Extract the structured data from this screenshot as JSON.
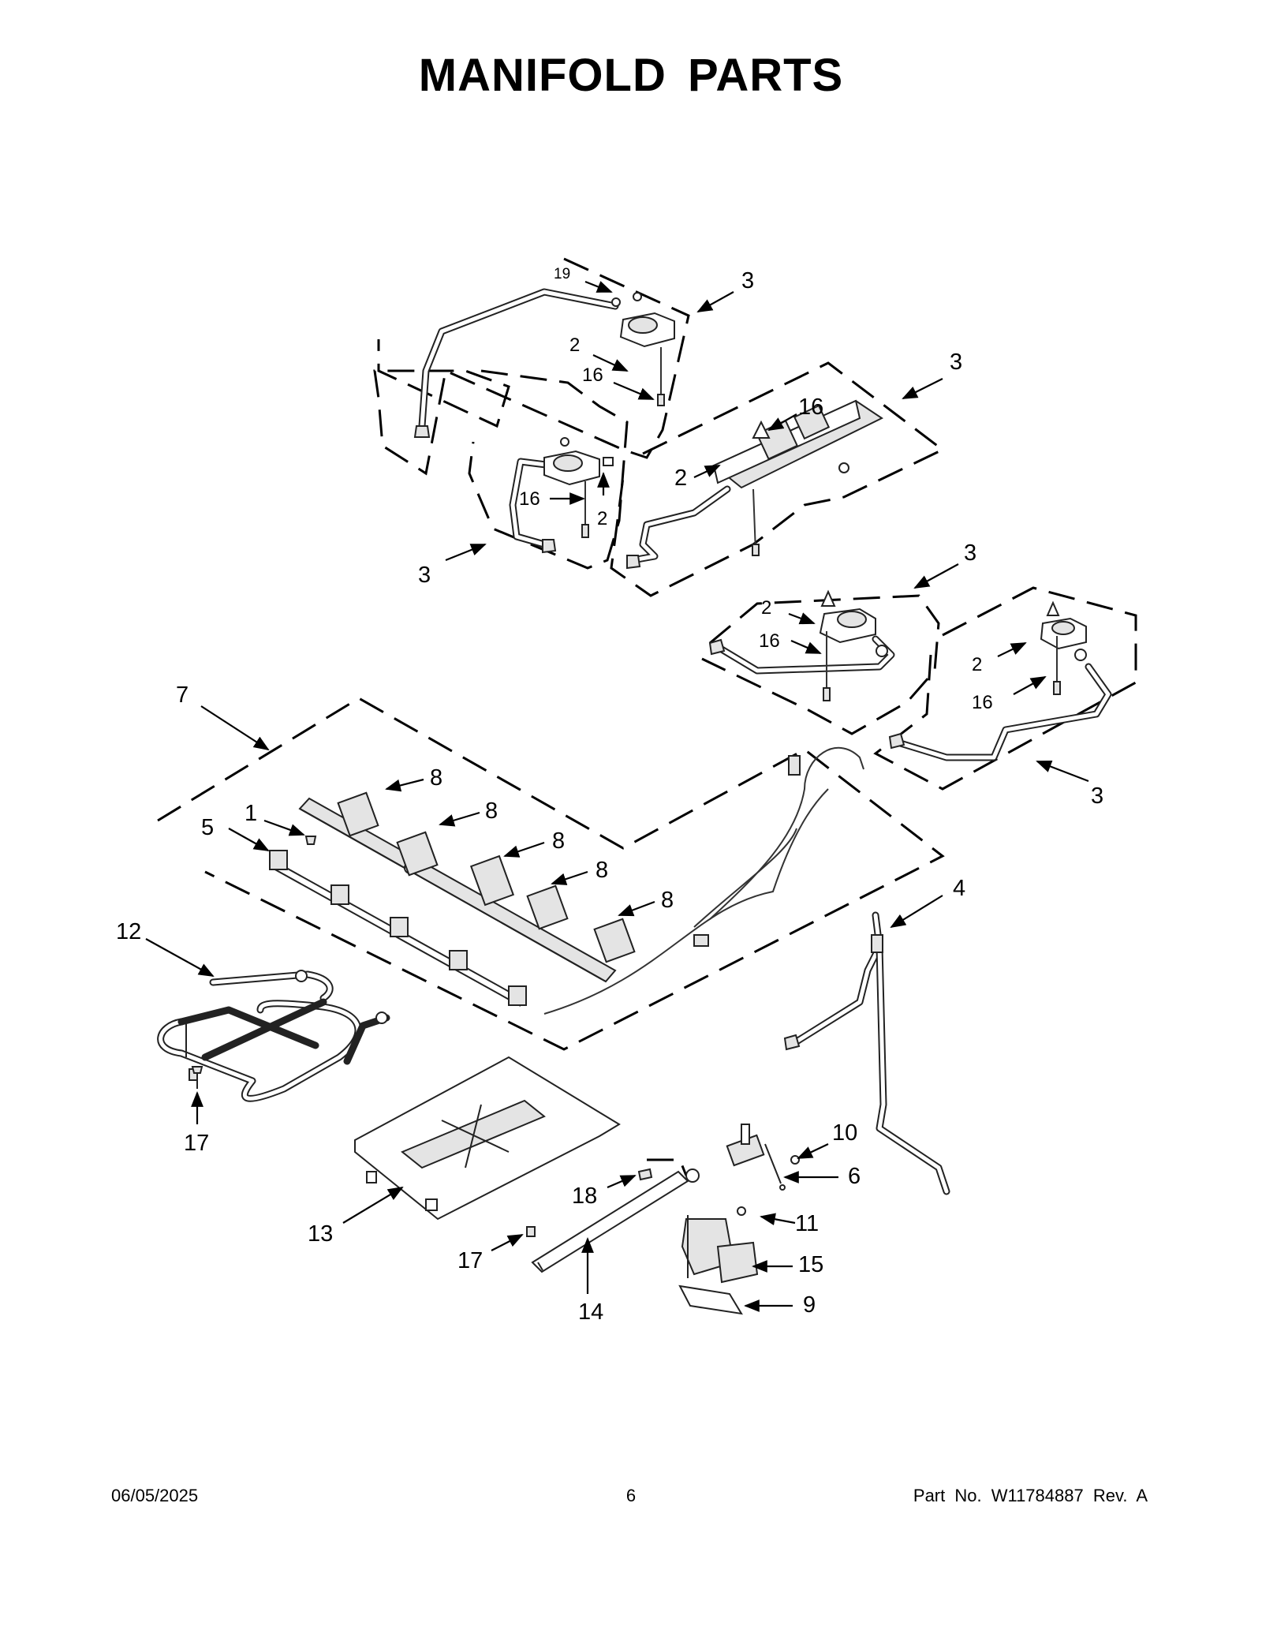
{
  "title": "MANIFOLD PARTS",
  "footer": {
    "date": "06/05/2025",
    "page": "6",
    "part_number": "Part No.  W11784887  Rev.  A"
  },
  "callouts": {
    "c1": "1",
    "c2a": "2",
    "c2b": "2",
    "c2c": "2",
    "c2d": "2",
    "c2e": "2",
    "c3a": "3",
    "c3b": "3",
    "c3c": "3",
    "c3d": "3",
    "c3e": "3",
    "c4": "4",
    "c5": "5",
    "c6": "6",
    "c7": "7",
    "c8a": "8",
    "c8b": "8",
    "c8c": "8",
    "c8d": "8",
    "c8e": "8",
    "c9": "9",
    "c10": "10",
    "c11": "11",
    "c12": "12",
    "c13": "13",
    "c14": "14",
    "c15": "15",
    "c16a": "16",
    "c16b": "16",
    "c16c": "16",
    "c16d": "16",
    "c16e": "16",
    "c17a": "17",
    "c17b": "17",
    "c18": "18",
    "c19": "19"
  }
}
